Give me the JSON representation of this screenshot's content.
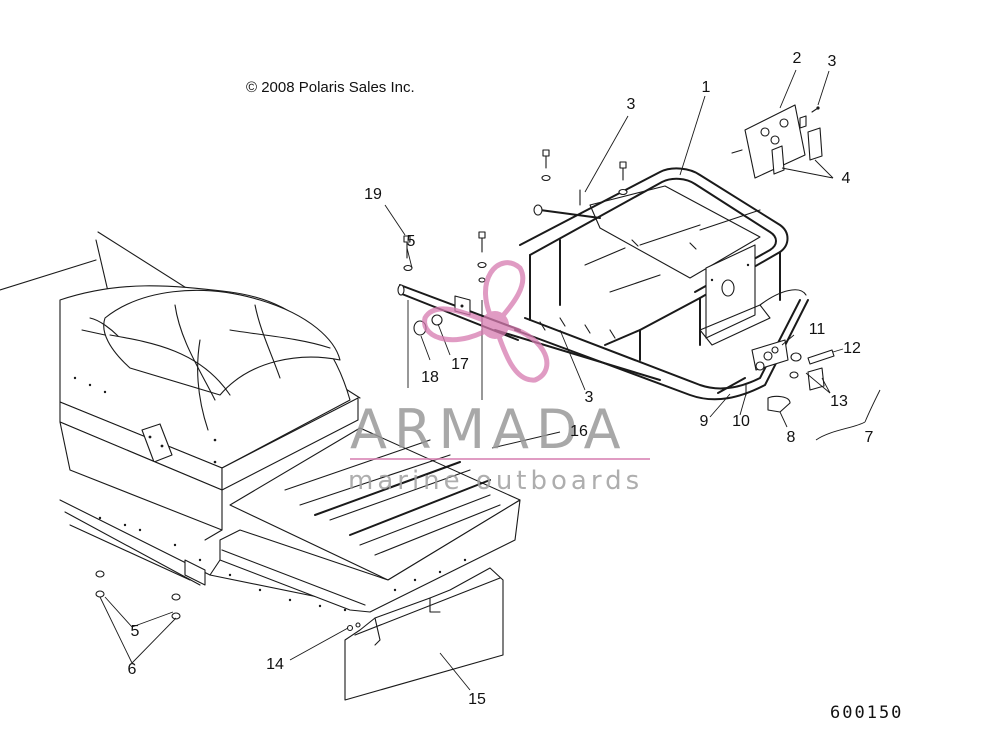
{
  "copyright": "© 2008 Polaris Sales Inc.",
  "figure_number": "600150",
  "watermark": {
    "title": "ARMADA",
    "subtitle": "marine outboards",
    "accent_color": "#d67ab0"
  },
  "callouts": [
    {
      "id": "c1",
      "label": "1"
    },
    {
      "id": "c2",
      "label": "2"
    },
    {
      "id": "c3a",
      "label": "3"
    },
    {
      "id": "c3b",
      "label": "3"
    },
    {
      "id": "c3c",
      "label": "3"
    },
    {
      "id": "c4",
      "label": "4"
    },
    {
      "id": "c5a",
      "label": "5"
    },
    {
      "id": "c5b",
      "label": "5"
    },
    {
      "id": "c6",
      "label": "6"
    },
    {
      "id": "c7",
      "label": "7"
    },
    {
      "id": "c8",
      "label": "8"
    },
    {
      "id": "c9",
      "label": "9"
    },
    {
      "id": "c10",
      "label": "10"
    },
    {
      "id": "c11",
      "label": "11"
    },
    {
      "id": "c12",
      "label": "12"
    },
    {
      "id": "c13",
      "label": "13"
    },
    {
      "id": "c14",
      "label": "14"
    },
    {
      "id": "c15",
      "label": "15"
    },
    {
      "id": "c16",
      "label": "16"
    },
    {
      "id": "c17",
      "label": "17"
    },
    {
      "id": "c18",
      "label": "18"
    },
    {
      "id": "c19",
      "label": "19"
    }
  ]
}
